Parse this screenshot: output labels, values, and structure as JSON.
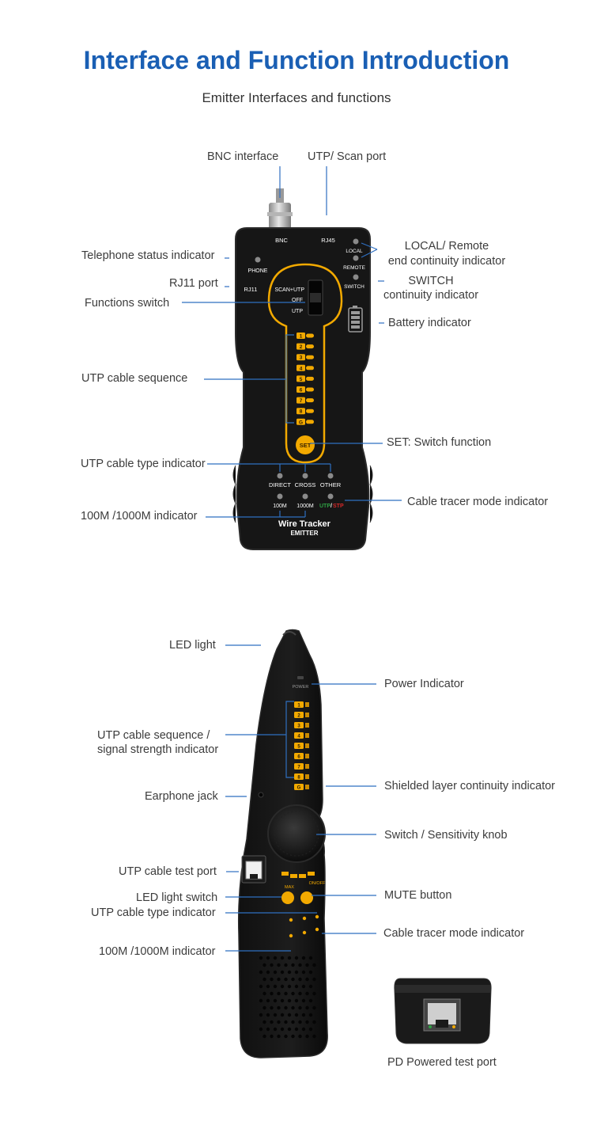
{
  "header": {
    "title": "Interface and Function Introduction",
    "subtitle": "Emitter Interfaces and functions"
  },
  "emitter": {
    "labels": {
      "bnc_interface": "BNC interface",
      "utp_scan_port": "UTP/ Scan port",
      "telephone_status": "Telephone status indicator",
      "local_remote_1": "LOCAL/ Remote",
      "local_remote_2": "end continuity indicator",
      "rj11_port": "RJ11 port",
      "switch_1": "SWITCH",
      "switch_2": "continuity indicator",
      "functions_switch": "Functions switch",
      "battery_indicator": "Battery indicator",
      "utp_sequence": "UTP cable sequence",
      "set_switch": "SET: Switch function",
      "utp_type": "UTP cable type indicator",
      "cable_tracer": "Cable tracer mode indicator",
      "speed_indicator": "100M /1000M indicator"
    },
    "device_text": {
      "bnc": "BNC",
      "rj45": "RJ45",
      "local": "LOCAL",
      "remote": "REMOTE",
      "switch": "SWITCH",
      "phone": "PHONE",
      "rj11": "RJ11",
      "scan_utp": "SCAN+UTP",
      "off": "OFF",
      "utp": "UTP",
      "pins": [
        "1",
        "2",
        "3",
        "4",
        "5",
        "6",
        "7",
        "8",
        "G"
      ],
      "set": "SET",
      "direct": "DIRECT",
      "cross": "CROSS",
      "other": "OTHER",
      "m100": "100M",
      "m1000": "1000M",
      "utp_part": "UTP",
      "stp_part": "STP",
      "brand": "Wire Tracker",
      "model": "EMITTER"
    }
  },
  "receiver": {
    "labels": {
      "led_light": "LED light",
      "power_indicator": "Power Indicator",
      "sequence_1": "UTP cable sequence /",
      "sequence_2": "signal strength indicator",
      "shielded": "Shielded layer continuity indicator",
      "earphone": "Earphone jack",
      "knob": "Switch / Sensitivity knob",
      "test_port": "UTP cable test port",
      "led_switch": "LED light switch",
      "mute": "MUTE button",
      "cable_type": "UTP cable type indicator",
      "tracer": "Cable tracer mode indicator",
      "speed": "100M /1000M indicator",
      "pd_port": "PD Powered test port"
    },
    "device_text": {
      "power": "POWER",
      "pins": [
        "1",
        "2",
        "3",
        "4",
        "5",
        "6",
        "7",
        "8",
        "G"
      ],
      "max": "MAX",
      "on_off": "ON/OFF"
    }
  },
  "colors": {
    "title_blue": "#1a5fb4",
    "leader_blue": "#2f6fc0",
    "body_black": "#141414",
    "amber": "#f2a900",
    "utp_green": "#2ea043",
    "stp_red": "#d62828"
  }
}
